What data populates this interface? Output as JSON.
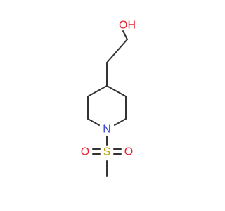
{
  "atoms": {
    "hydroxyl": {
      "text": "OH",
      "color": "#e8212b"
    },
    "nitrogen": {
      "text": "N",
      "color": "#2f41d8"
    },
    "sulfur": {
      "text": "S",
      "color": "#b8a000"
    },
    "sulfonyl_oxygen_left": {
      "text": "O",
      "color": "#e8212b"
    },
    "sulfonyl_oxygen_right": {
      "text": "O",
      "color": "#e8212b"
    }
  },
  "colors": {
    "bond": "#333333",
    "background": "#ffffff"
  }
}
